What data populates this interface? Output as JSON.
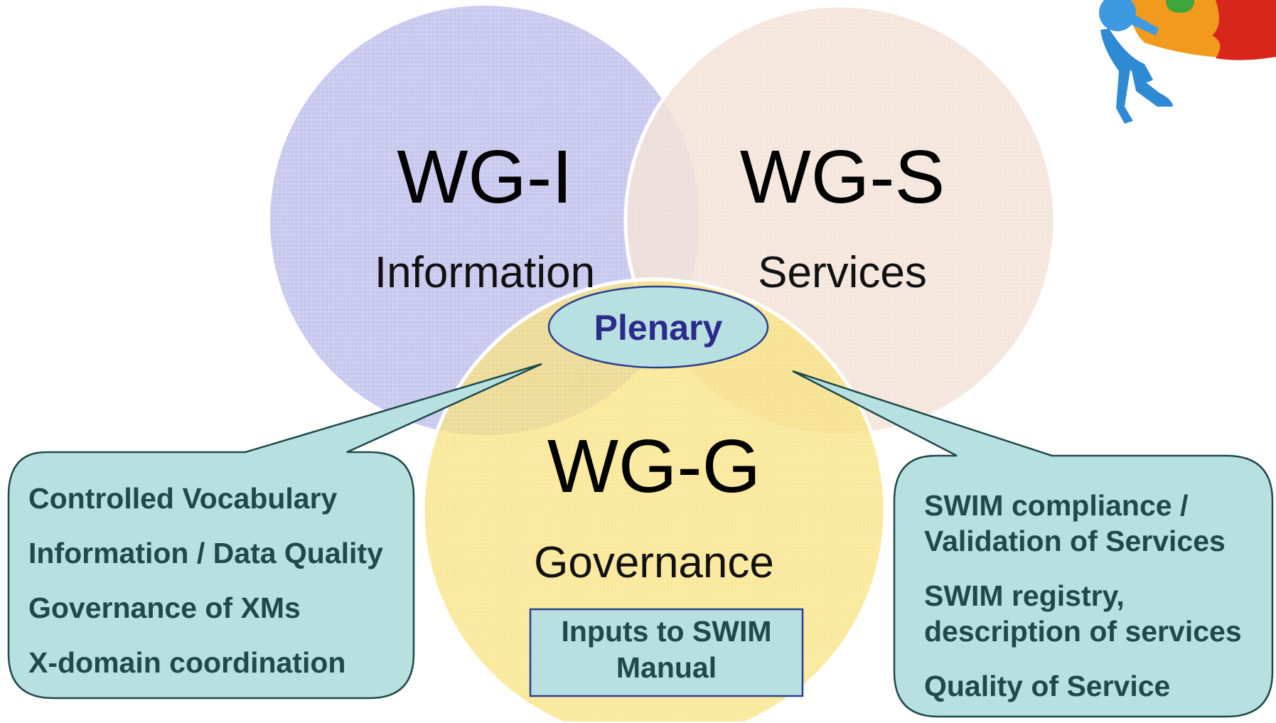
{
  "groups": {
    "information": {
      "code": "WG-I",
      "name": "Information",
      "color": "#c8c8ef"
    },
    "services": {
      "code": "WG-S",
      "name": "Services",
      "color": "#f2e2d6"
    },
    "governance": {
      "code": "WG-G",
      "name": "Governance",
      "color": "#f8e07a"
    }
  },
  "plenary": {
    "label": "Plenary",
    "fill": "#b9e0e0",
    "text_color": "#2b2b8c"
  },
  "governance_box": {
    "lines": [
      "Inputs to SWIM",
      "Manual"
    ]
  },
  "left_callout": {
    "items": [
      "Controlled Vocabulary",
      "Information / Data Quality",
      "Governance of XMs",
      "X-domain coordination"
    ]
  },
  "right_callout": {
    "items": [
      [
        "SWIM compliance /",
        "Validation of Services"
      ],
      [
        "SWIM registry,",
        "description of services"
      ],
      [
        "Quality of Service"
      ]
    ]
  },
  "callout_fill": "#b9e0e0",
  "icons": {
    "corner": "puzzle-figure-icon"
  }
}
